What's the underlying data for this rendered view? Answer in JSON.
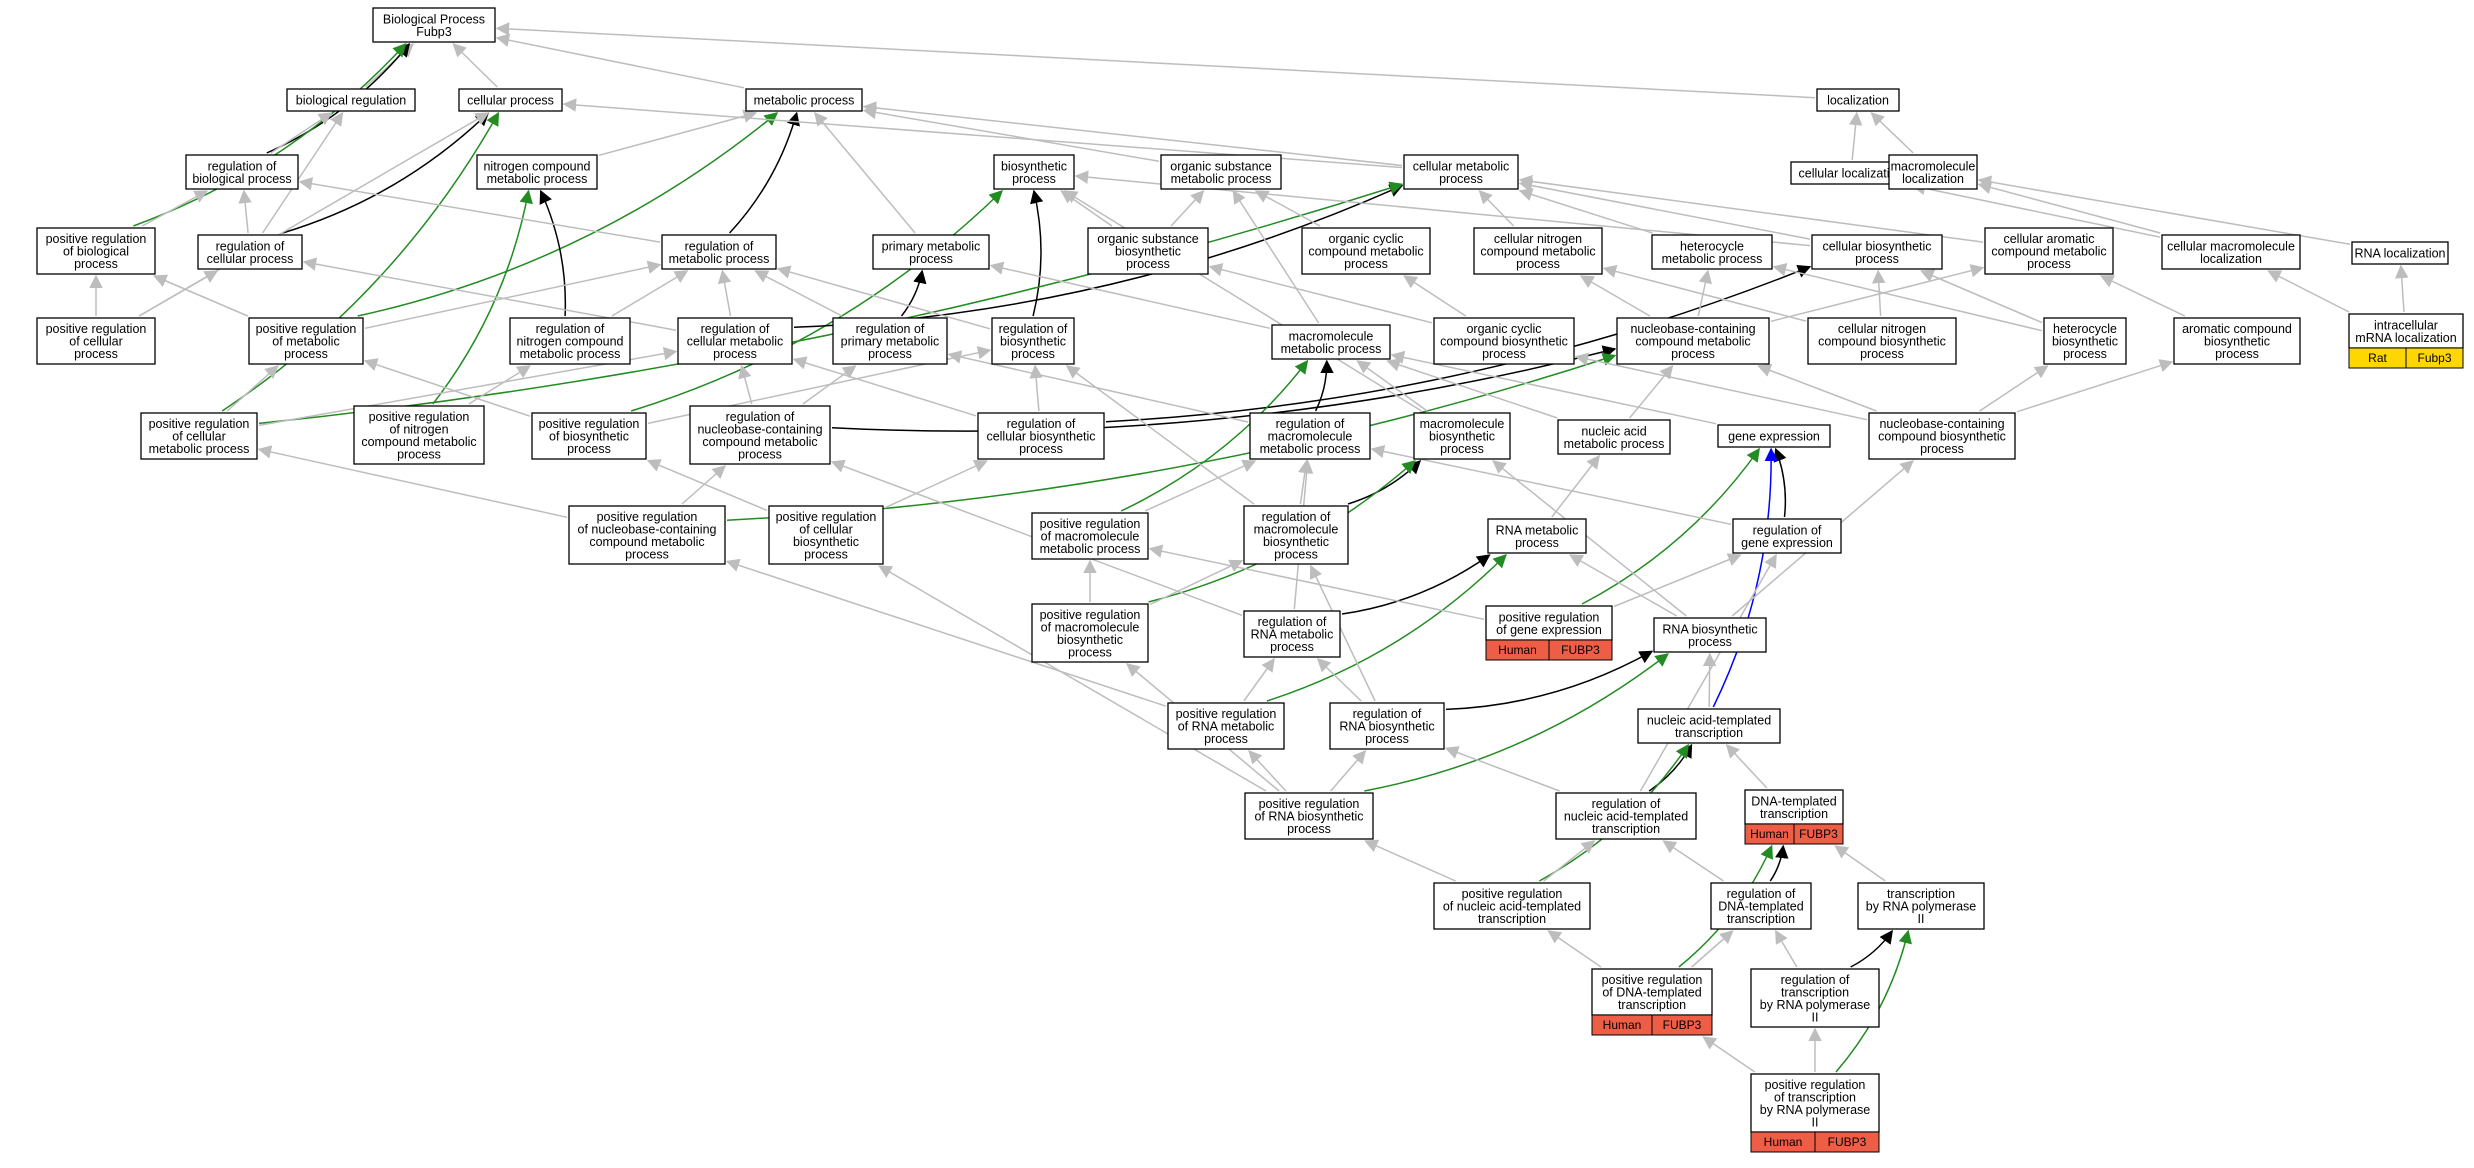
{
  "colors": {
    "inferred": "#bdbdbd",
    "is_a": "#000000",
    "positively_regulates": "#228b22",
    "regulates": "#0000ff",
    "human_badge": "#ee5e46",
    "rat_badge": "#ffd700"
  },
  "nodes": {
    "bp": [
      "Biological Process",
      "Fubp3"
    ],
    "bioreg": [
      "biological regulation"
    ],
    "cellproc": [
      "cellular process"
    ],
    "metab": [
      "metabolic process"
    ],
    "loc": [
      "localization"
    ],
    "regbio": [
      "regulation of",
      "biological process"
    ],
    "nitrometab": [
      "nitrogen compound",
      "metabolic process"
    ],
    "biosyn": [
      "biosynthetic",
      "process"
    ],
    "orgsubmet": [
      "organic substance",
      "metabolic process"
    ],
    "cellmet": [
      "cellular metabolic",
      "process"
    ],
    "cellloc": [
      "cellular localization"
    ],
    "macroloc": [
      "macromolecule",
      "localization"
    ],
    "posregbio": [
      "positive regulation",
      "of biological",
      "process"
    ],
    "regcell": [
      "regulation of",
      "cellular process"
    ],
    "regmet": [
      "regulation of",
      "metabolic process"
    ],
    "primmet": [
      "primary metabolic",
      "process"
    ],
    "orgsubbio": [
      "organic substance",
      "biosynthetic",
      "process"
    ],
    "orgcycmet": [
      "organic cyclic",
      "compound metabolic",
      "process"
    ],
    "cellnitmet": [
      "cellular nitrogen",
      "compound metabolic",
      "process"
    ],
    "hetmet": [
      "heterocycle",
      "metabolic process"
    ],
    "cellbiosyn": [
      "cellular biosynthetic",
      "process"
    ],
    "cellarommet": [
      "cellular aromatic",
      "compound metabolic",
      "process"
    ],
    "cellmacroloc": [
      "cellular macromolecule",
      "localization"
    ],
    "rnaloc": [
      "RNA localization"
    ],
    "posregcell": [
      "positive regulation",
      "of cellular",
      "process"
    ],
    "posregmet": [
      "positive regulation",
      "of metabolic",
      "process"
    ],
    "regnitmet": [
      "regulation of",
      "nitrogen compound",
      "metabolic process"
    ],
    "regcellmet": [
      "regulation of",
      "cellular metabolic",
      "process"
    ],
    "regprimmet": [
      "regulation of",
      "primary metabolic",
      "process"
    ],
    "regbiosyn": [
      "regulation of",
      "biosynthetic",
      "process"
    ],
    "macromet": [
      "macromolecule",
      "metabolic process"
    ],
    "orgcycbio": [
      "organic cyclic",
      "compound biosynthetic",
      "process"
    ],
    "nbcmet": [
      "nucleobase-containing",
      "compound metabolic",
      "process"
    ],
    "cellnitbio": [
      "cellular nitrogen",
      "compound biosynthetic",
      "process"
    ],
    "hetbio": [
      "heterocycle",
      "biosynthetic",
      "process"
    ],
    "arombio": [
      "aromatic compound",
      "biosynthetic",
      "process"
    ],
    "intramrna": [
      "intracellular",
      "mRNA localization"
    ],
    "posregcellmet": [
      "positive regulation",
      "of cellular",
      "metabolic process"
    ],
    "posregnitmet": [
      "positive regulation",
      "of nitrogen",
      "compound metabolic",
      "process"
    ],
    "posregbiosyn": [
      "positive regulation",
      "of biosynthetic",
      "process"
    ],
    "regnbcmet": [
      "regulation of",
      "nucleobase-containing",
      "compound metabolic",
      "process"
    ],
    "regcellbio": [
      "regulation of",
      "cellular biosynthetic",
      "process"
    ],
    "regmacromet": [
      "regulation of",
      "macromolecule",
      "metabolic process"
    ],
    "macrobio": [
      "macromolecule",
      "biosynthetic",
      "process"
    ],
    "namet": [
      "nucleic acid",
      "metabolic process"
    ],
    "geneexp": [
      "gene expression"
    ],
    "nbcbio": [
      "nucleobase-containing",
      "compound biosynthetic",
      "process"
    ],
    "posregnbc": [
      "positive regulation",
      "of nucleobase-containing",
      "compound metabolic",
      "process"
    ],
    "posregcellbio": [
      "positive regulation",
      "of cellular",
      "biosynthetic",
      "process"
    ],
    "posregmacromet": [
      "positive regulation",
      "of macromolecule",
      "metabolic process"
    ],
    "regmacrobio": [
      "regulation of",
      "macromolecule",
      "biosynthetic",
      "process"
    ],
    "rnamet": [
      "RNA metabolic",
      "process"
    ],
    "reggeneexp": [
      "regulation of",
      "gene expression"
    ],
    "posregmacrobio": [
      "positive regulation",
      "of macromolecule",
      "biosynthetic",
      "process"
    ],
    "regrnamet": [
      "regulation of",
      "RNA metabolic",
      "process"
    ],
    "posreggeneexp": [
      "positive regulation",
      "of gene expression"
    ],
    "rnabio": [
      "RNA biosynthetic",
      "process"
    ],
    "posregrnamet": [
      "positive regulation",
      "of RNA metabolic",
      "process"
    ],
    "regrnabio": [
      "regulation of",
      "RNA biosynthetic",
      "process"
    ],
    "natrans": [
      "nucleic acid-templated",
      "transcription"
    ],
    "posregrnabio": [
      "positive regulation",
      "of RNA biosynthetic",
      "process"
    ],
    "regnatrans": [
      "regulation of",
      "nucleic acid-templated",
      "transcription"
    ],
    "dnatrans": [
      "DNA-templated",
      "transcription"
    ],
    "posregnatrans": [
      "positive regulation",
      "of nucleic acid-templated",
      "transcription"
    ],
    "regdnatrans": [
      "regulation of",
      "DNA-templated",
      "transcription"
    ],
    "transpol2": [
      "transcription",
      "by RNA polymerase",
      "II"
    ],
    "posregdnatrans": [
      "positive regulation",
      "of DNA-templated",
      "transcription"
    ],
    "regtranspol2": [
      "regulation of",
      "transcription",
      "by RNA polymerase",
      "II"
    ],
    "posregtranspol2": [
      "positive regulation",
      "of transcription",
      "by RNA polymerase",
      "II"
    ]
  },
  "badges": {
    "intramrna": {
      "species": "Rat",
      "gene": "Fubp3"
    },
    "posreggeneexp": {
      "species": "Human",
      "gene": "FUBP3"
    },
    "dnatrans": {
      "species": "Human",
      "gene": "FUBP3"
    },
    "posregdnatrans": {
      "species": "Human",
      "gene": "FUBP3"
    },
    "posregtranspol2": {
      "species": "Human",
      "gene": "FUBP3"
    }
  },
  "edges": [
    [
      "bioreg",
      "bp",
      "inferred"
    ],
    [
      "cellproc",
      "bp",
      "inferred"
    ],
    [
      "metab",
      "bp",
      "inferred"
    ],
    [
      "loc",
      "bp",
      "inferred"
    ],
    [
      "regbio",
      "bp",
      "is_a"
    ],
    [
      "posregbio",
      "bp",
      "positively_regulates"
    ],
    [
      "regbio",
      "bioreg",
      "inferred"
    ],
    [
      "regcell",
      "cellproc",
      "is_a"
    ],
    [
      "posregcell",
      "cellproc",
      "inferred"
    ],
    [
      "posregcellmet",
      "cellproc",
      "positively_regulates"
    ],
    [
      "regmet",
      "metab",
      "is_a"
    ],
    [
      "posregmet",
      "metab",
      "positively_regulates"
    ],
    [
      "nitrometab",
      "metab",
      "inferred"
    ],
    [
      "orgsubmet",
      "metab",
      "inferred"
    ],
    [
      "primmet",
      "metab",
      "inferred"
    ],
    [
      "cellmet",
      "metab",
      "inferred"
    ],
    [
      "cellmet",
      "cellproc",
      "inferred"
    ],
    [
      "cellloc",
      "loc",
      "inferred"
    ],
    [
      "macroloc",
      "loc",
      "inferred"
    ],
    [
      "regnitmet",
      "nitrometab",
      "is_a"
    ],
    [
      "posregnitmet",
      "nitrometab",
      "positively_regulates"
    ],
    [
      "regbiosyn",
      "biosyn",
      "is_a"
    ],
    [
      "posregbiosyn",
      "biosyn",
      "positively_regulates"
    ],
    [
      "regcellmet",
      "cellmet",
      "is_a"
    ],
    [
      "posregcellmet",
      "cellmet",
      "positively_regulates"
    ],
    [
      "regprimmet",
      "primmet",
      "is_a"
    ],
    [
      "regcellbio",
      "cellbiosyn",
      "is_a"
    ],
    [
      "regmacromet",
      "macromet",
      "is_a"
    ],
    [
      "posregmacromet",
      "macromet",
      "positively_regulates"
    ],
    [
      "regnbcmet",
      "nbcmet",
      "is_a"
    ],
    [
      "posregnbc",
      "nbcmet",
      "positively_regulates"
    ],
    [
      "regmacrobio",
      "macrobio",
      "is_a"
    ],
    [
      "posregmacrobio",
      "macrobio",
      "positively_regulates"
    ],
    [
      "regrnamet",
      "rnamet",
      "is_a"
    ],
    [
      "posregrnamet",
      "rnamet",
      "positively_regulates"
    ],
    [
      "reggeneexp",
      "geneexp",
      "is_a"
    ],
    [
      "posreggeneexp",
      "geneexp",
      "positively_regulates"
    ],
    [
      "natrans",
      "geneexp",
      "regulates"
    ],
    [
      "regrnabio",
      "rnabio",
      "is_a"
    ],
    [
      "posregrnabio",
      "rnabio",
      "positively_regulates"
    ],
    [
      "regnatrans",
      "natrans",
      "is_a"
    ],
    [
      "posregnatrans",
      "natrans",
      "positively_regulates"
    ],
    [
      "regdnatrans",
      "dnatrans",
      "is_a"
    ],
    [
      "posregdnatrans",
      "dnatrans",
      "positively_regulates"
    ],
    [
      "regtranspol2",
      "transpol2",
      "is_a"
    ],
    [
      "posregtranspol2",
      "transpol2",
      "positively_regulates"
    ],
    [
      "regcell",
      "bioreg",
      "inferred"
    ],
    [
      "posregbio",
      "regbio",
      "inferred"
    ],
    [
      "regcell",
      "regbio",
      "inferred"
    ],
    [
      "posregcell",
      "regcell",
      "inferred"
    ],
    [
      "posregcell",
      "posregbio",
      "inferred"
    ],
    [
      "regmet",
      "regbio",
      "inferred"
    ],
    [
      "posregmet",
      "regmet",
      "inferred"
    ],
    [
      "posregmet",
      "posregbio",
      "inferred"
    ],
    [
      "regcellmet",
      "regmet",
      "inferred"
    ],
    [
      "regcellmet",
      "regcell",
      "inferred"
    ],
    [
      "regnitmet",
      "regmet",
      "inferred"
    ],
    [
      "regprimmet",
      "regmet",
      "inferred"
    ],
    [
      "regbiosyn",
      "regmet",
      "inferred"
    ],
    [
      "orgsubbio",
      "biosyn",
      "inferred"
    ],
    [
      "orgsubbio",
      "orgsubmet",
      "inferred"
    ],
    [
      "cellbiosyn",
      "biosyn",
      "inferred"
    ],
    [
      "cellbiosyn",
      "cellmet",
      "inferred"
    ],
    [
      "orgcycmet",
      "orgsubmet",
      "inferred"
    ],
    [
      "cellnitmet",
      "cellmet",
      "inferred"
    ],
    [
      "hetmet",
      "cellmet",
      "inferred"
    ],
    [
      "cellarommet",
      "cellmet",
      "inferred"
    ],
    [
      "cellmacroloc",
      "macroloc",
      "inferred"
    ],
    [
      "cellmacroloc",
      "cellloc",
      "inferred"
    ],
    [
      "rnaloc",
      "macroloc",
      "inferred"
    ],
    [
      "intramrna",
      "rnaloc",
      "inferred"
    ],
    [
      "intramrna",
      "cellmacroloc",
      "inferred"
    ],
    [
      "macromet",
      "primmet",
      "inferred"
    ],
    [
      "macromet",
      "orgsubmet",
      "inferred"
    ],
    [
      "orgcycbio",
      "orgcycmet",
      "inferred"
    ],
    [
      "orgcycbio",
      "orgsubbio",
      "inferred"
    ],
    [
      "nbcmet",
      "cellnitmet",
      "inferred"
    ],
    [
      "nbcmet",
      "hetmet",
      "inferred"
    ],
    [
      "nbcmet",
      "cellarommet",
      "inferred"
    ],
    [
      "cellnitbio",
      "cellbiosyn",
      "inferred"
    ],
    [
      "cellnitbio",
      "cellnitmet",
      "inferred"
    ],
    [
      "hetbio",
      "hetmet",
      "inferred"
    ],
    [
      "hetbio",
      "cellbiosyn",
      "inferred"
    ],
    [
      "arombio",
      "cellarommet",
      "inferred"
    ],
    [
      "posregcellmet",
      "regcellmet",
      "inferred"
    ],
    [
      "posregcellmet",
      "posregmet",
      "inferred"
    ],
    [
      "posregnitmet",
      "regnitmet",
      "inferred"
    ],
    [
      "posregbiosyn",
      "regbiosyn",
      "inferred"
    ],
    [
      "posregbiosyn",
      "posregmet",
      "inferred"
    ],
    [
      "regnbcmet",
      "regcellmet",
      "inferred"
    ],
    [
      "regnbcmet",
      "regprimmet",
      "inferred"
    ],
    [
      "regcellbio",
      "regcellmet",
      "inferred"
    ],
    [
      "regcellbio",
      "regbiosyn",
      "inferred"
    ],
    [
      "regmacromet",
      "regprimmet",
      "inferred"
    ],
    [
      "macrobio",
      "macromet",
      "inferred"
    ],
    [
      "macrobio",
      "biosyn",
      "inferred"
    ],
    [
      "namet",
      "nbcmet",
      "inferred"
    ],
    [
      "namet",
      "macromet",
      "inferred"
    ],
    [
      "geneexp",
      "macromet",
      "inferred"
    ],
    [
      "nbcbio",
      "nbcmet",
      "inferred"
    ],
    [
      "nbcbio",
      "arombio",
      "inferred"
    ],
    [
      "nbcbio",
      "orgcycbio",
      "inferred"
    ],
    [
      "nbcbio",
      "hetbio",
      "inferred"
    ],
    [
      "posregnbc",
      "regnbcmet",
      "inferred"
    ],
    [
      "posregnbc",
      "posregcellmet",
      "inferred"
    ],
    [
      "posregcellbio",
      "regcellbio",
      "inferred"
    ],
    [
      "posregcellbio",
      "posregbiosyn",
      "inferred"
    ],
    [
      "posregmacromet",
      "regmacromet",
      "inferred"
    ],
    [
      "regmacrobio",
      "regmacromet",
      "inferred"
    ],
    [
      "regmacrobio",
      "regbiosyn",
      "inferred"
    ],
    [
      "rnamet",
      "namet",
      "inferred"
    ],
    [
      "reggeneexp",
      "regmacromet",
      "inferred"
    ],
    [
      "posregmacrobio",
      "regmacrobio",
      "inferred"
    ],
    [
      "posregmacrobio",
      "posregmacromet",
      "inferred"
    ],
    [
      "regrnamet",
      "regnbcmet",
      "inferred"
    ],
    [
      "regrnamet",
      "regmacromet",
      "inferred"
    ],
    [
      "posreggeneexp",
      "reggeneexp",
      "inferred"
    ],
    [
      "posreggeneexp",
      "posregmacromet",
      "inferred"
    ],
    [
      "rnabio",
      "rnamet",
      "inferred"
    ],
    [
      "rnabio",
      "nbcbio",
      "inferred"
    ],
    [
      "rnabio",
      "macrobio",
      "inferred"
    ],
    [
      "posregrnamet",
      "regrnamet",
      "inferred"
    ],
    [
      "posregrnamet",
      "posregnbc",
      "inferred"
    ],
    [
      "regrnabio",
      "regrnamet",
      "inferred"
    ],
    [
      "regrnabio",
      "regmacrobio",
      "inferred"
    ],
    [
      "natrans",
      "rnabio",
      "inferred"
    ],
    [
      "posregrnabio",
      "regrnabio",
      "inferred"
    ],
    [
      "posregrnabio",
      "posregrnamet",
      "inferred"
    ],
    [
      "posregrnabio",
      "posregmacrobio",
      "inferred"
    ],
    [
      "posregrnabio",
      "posregcellbio",
      "inferred"
    ],
    [
      "regnatrans",
      "regrnabio",
      "inferred"
    ],
    [
      "regnatrans",
      "reggeneexp",
      "inferred"
    ],
    [
      "dnatrans",
      "natrans",
      "inferred"
    ],
    [
      "posregnatrans",
      "regnatrans",
      "inferred"
    ],
    [
      "posregnatrans",
      "posregrnabio",
      "inferred"
    ],
    [
      "regdnatrans",
      "regnatrans",
      "inferred"
    ],
    [
      "transpol2",
      "dnatrans",
      "inferred"
    ],
    [
      "posregdnatrans",
      "regdnatrans",
      "inferred"
    ],
    [
      "posregdnatrans",
      "posregnatrans",
      "inferred"
    ],
    [
      "regtranspol2",
      "regdnatrans",
      "inferred"
    ],
    [
      "posregtranspol2",
      "regtranspol2",
      "inferred"
    ],
    [
      "posregtranspol2",
      "posregdnatrans",
      "inferred"
    ]
  ]
}
